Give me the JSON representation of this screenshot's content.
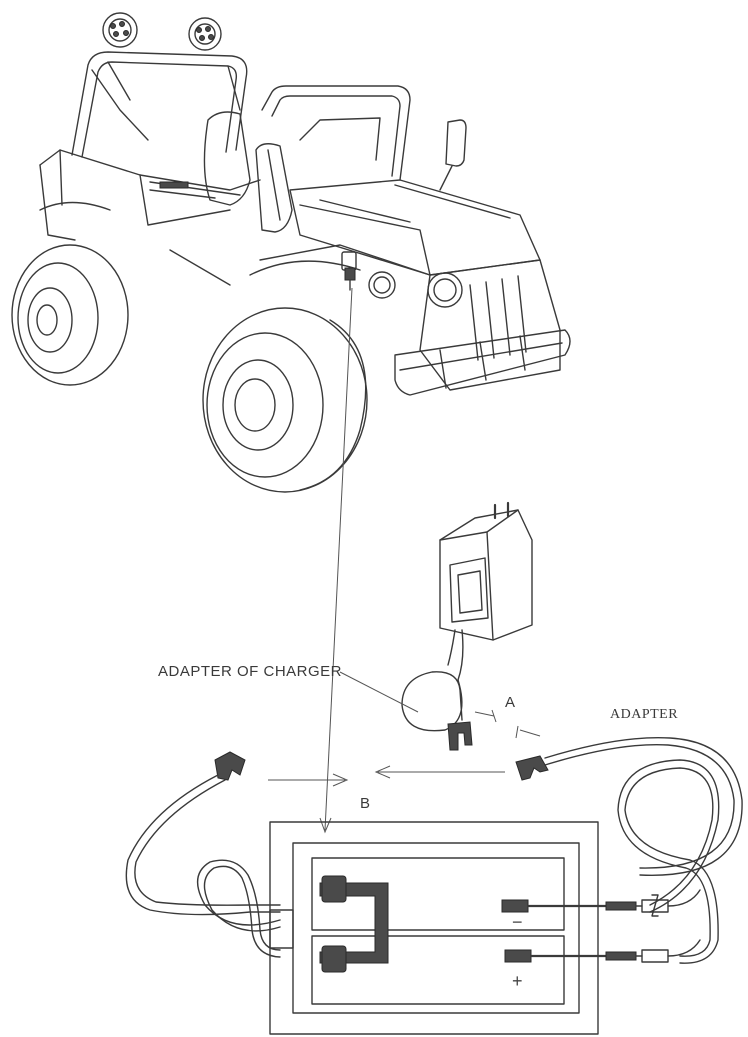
{
  "labels": {
    "adapter_of_charger": "ADAPTER OF CHARGER",
    "adapter": "ADAPTER",
    "point_a": "A",
    "point_b": "B",
    "minus": "−",
    "plus": "+"
  }
}
